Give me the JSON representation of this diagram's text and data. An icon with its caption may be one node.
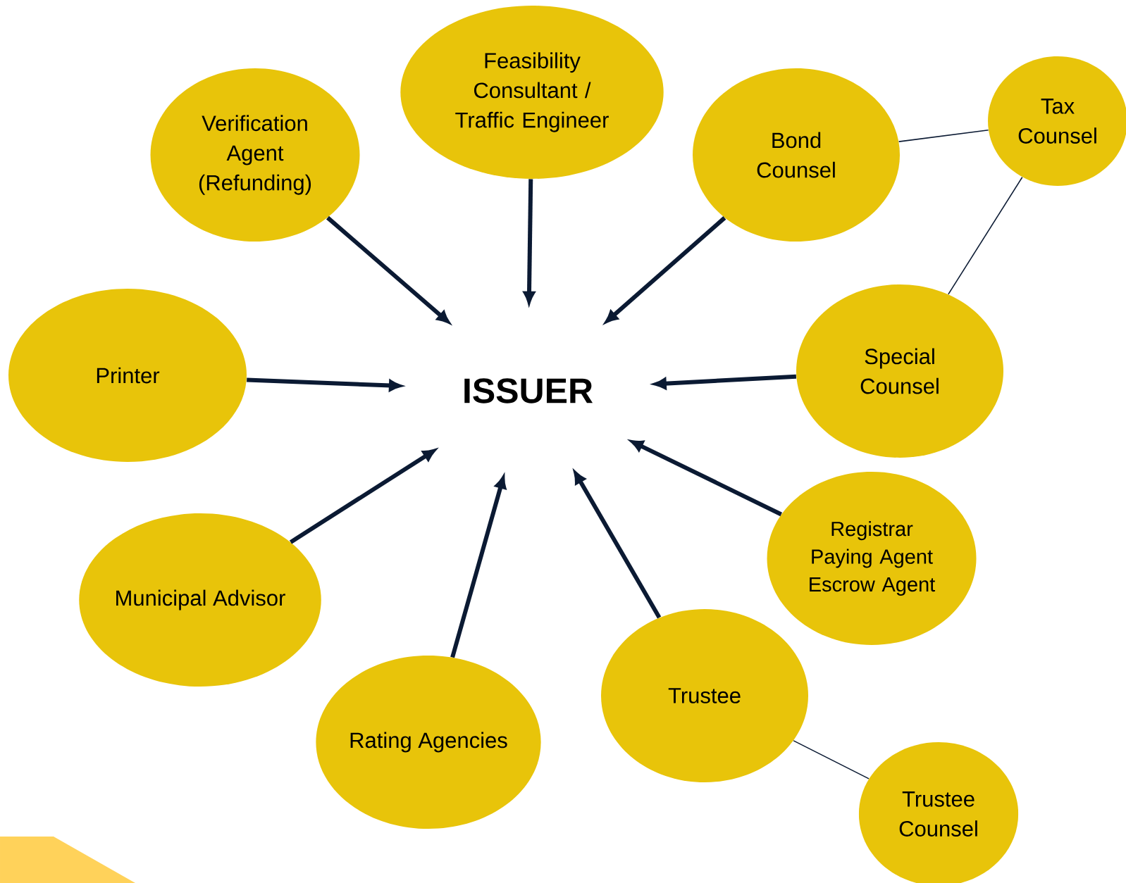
{
  "diagram": {
    "nodes": [
      {
        "text": [
          "ISSUER"
        ]
      },
      {
        "text": [
          "Verification Agent (Refunding)"
        ]
      },
      {
        "text": [
          "Feasibility Consultant / Traffic Engineer"
        ]
      },
      {
        "text": [
          "Bond Counsel"
        ]
      },
      {
        "text": [
          "Tax Counsel"
        ]
      },
      {
        "text": [
          "Printer"
        ]
      },
      {
        "text": [
          "Special Counsel"
        ]
      },
      {
        "text": [
          "Registrar Paying Agent Escrow Agent"
        ]
      },
      {
        "text": [
          "Municipal Advisor"
        ]
      },
      {
        "text": [
          "Rating Agencies"
        ]
      },
      {
        "text": [
          "Trustee"
        ]
      },
      {
        "text": [
          "Trustee Counsel"
        ]
      }
    ],
    "edges": [
      {
        "from": 1,
        "to": 0,
        "arrow": "to"
      },
      {
        "from": 2,
        "to": 0,
        "arrow": "to"
      },
      {
        "from": 3,
        "to": 0,
        "arrow": "to"
      },
      {
        "from": 3,
        "to": 4,
        "arrow": "none"
      },
      {
        "from": 4,
        "to": 6,
        "arrow": "none"
      },
      {
        "from": 5,
        "to": 0,
        "arrow": "to"
      },
      {
        "from": 6,
        "to": 0,
        "arrow": "to"
      },
      {
        "from": 7,
        "to": 0,
        "arrow": "to"
      },
      {
        "from": 8,
        "to": 0,
        "arrow": "to"
      },
      {
        "from": 9,
        "to": 0,
        "arrow": "to"
      },
      {
        "from": 10,
        "to": 0,
        "arrow": "to"
      },
      {
        "from": 10,
        "to": 11,
        "arrow": "none"
      }
    ]
  }
}
